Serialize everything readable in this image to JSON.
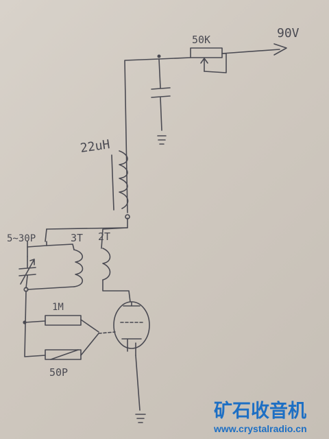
{
  "schematic": {
    "supply_label": "90V",
    "pot_label": "50K",
    "inductor_label": "22uH",
    "trimmer_label": "5~30P",
    "coil_primary_label": "3T",
    "coil_secondary_label": "2T",
    "resistor_label": "1M",
    "capacitor_label": "50P"
  },
  "watermark": {
    "site_name_cn": "矿石收音机",
    "url": "www.crystalradio.cn",
    "color": "#1d6fc4"
  }
}
